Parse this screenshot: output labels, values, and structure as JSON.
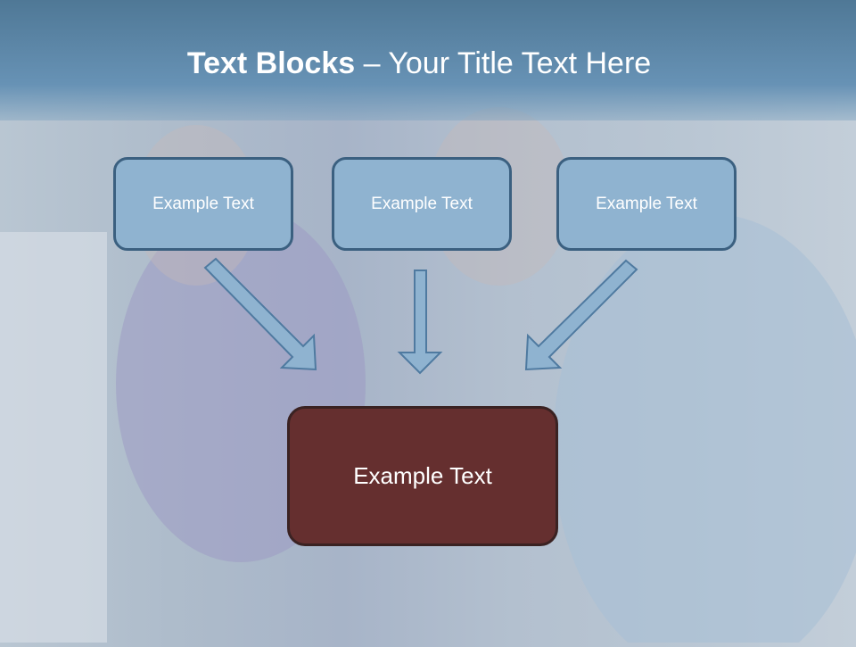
{
  "title": {
    "bold": "Text Blocks",
    "rest": " – Your Title Text Here"
  },
  "boxes": [
    "Example Text",
    "Example Text",
    "Example Text"
  ],
  "main_box": "Example Text",
  "colors": {
    "box": "#8fb3d0",
    "box_border": "#3b6080",
    "main": "#652f2f",
    "header": "#5f88aa"
  }
}
